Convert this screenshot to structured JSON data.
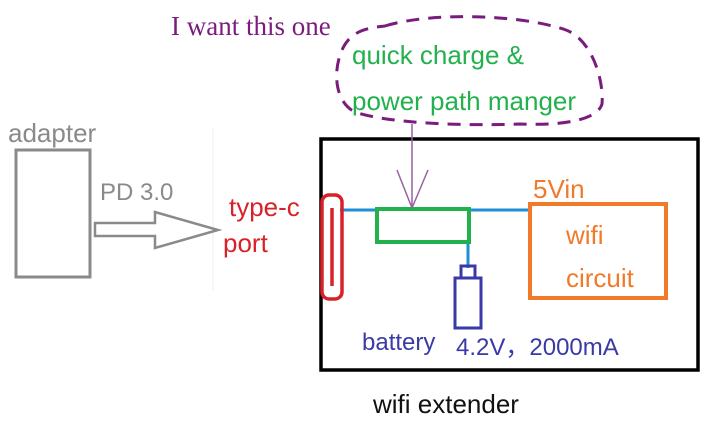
{
  "labels": {
    "annotation": "I want this one",
    "bubble_line1": "quick charge &",
    "bubble_line2": "power path manger",
    "adapter": "adapter",
    "protocol": "PD 3.0",
    "typec_line1": "type-c",
    "typec_line2": "port",
    "vin": "5Vin",
    "wifi_line1": "wifi",
    "wifi_line2": "circuit",
    "battery": "battery",
    "battery_spec": "4.2V，2000mA",
    "caption": "wifi extender"
  },
  "colors": {
    "gray": "#8a8a8a",
    "purple": "#7a1c7e",
    "green": "#22b14c",
    "red": "#d8222a",
    "orange": "#f07a2a",
    "blue": "#3a3aa6",
    "wire": "#1e8fd6",
    "frame": "#000000"
  }
}
